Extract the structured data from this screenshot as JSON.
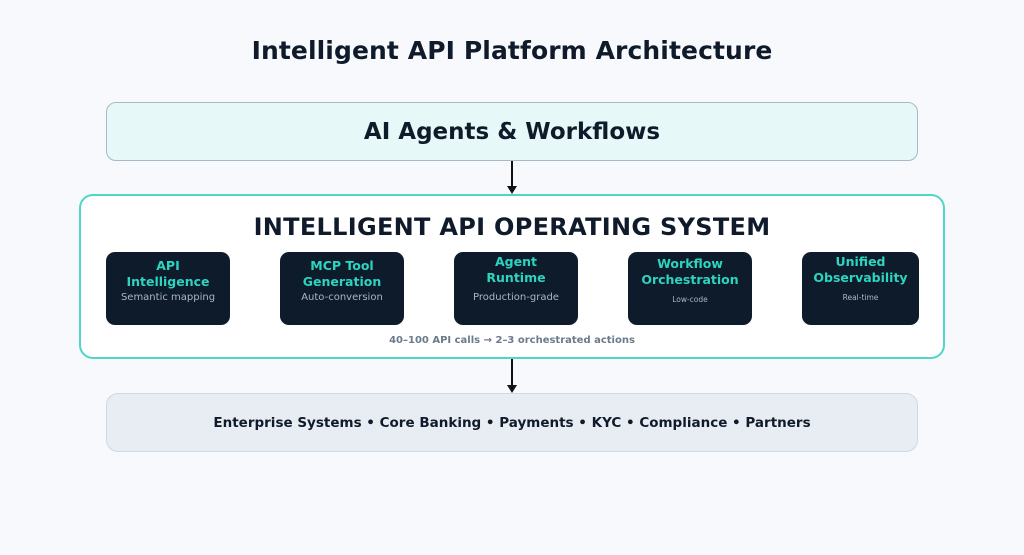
{
  "title": "Intelligent API Platform Architecture",
  "top_layer": {
    "label": "AI Agents & Workflows",
    "background_color": "#e6f9f8"
  },
  "os_layer": {
    "title": "INTELLIGENT API OPERATING SYSTEM",
    "border_color": "#4fd6c8",
    "components": [
      {
        "title": "API\nIntelligence",
        "subtitle": "Semantic mapping"
      },
      {
        "title": "MCP Tool\nGeneration",
        "subtitle": "Auto-conversion"
      },
      {
        "title": "Agent\nRuntime",
        "subtitle": "Production-grade"
      },
      {
        "title": "Workflow\nOrchestration",
        "subtitle": "Low-code"
      },
      {
        "title": "Unified\nObservability",
        "subtitle": "Real-time"
      }
    ],
    "footnote": "40–100 API calls → 2–3 orchestrated actions",
    "card_color": "#0d1b2a",
    "accent_color": "#2dd4bf"
  },
  "bottom_layer": {
    "label": "Enterprise Systems • Core Banking • Payments • KYC • Compliance • Partners",
    "background_color": "#e8edf4"
  },
  "connectors": [
    {
      "from": "AI Agents & Workflows",
      "to": "INTELLIGENT API OPERATING SYSTEM",
      "icon": "arrow-down-icon"
    },
    {
      "from": "INTELLIGENT API OPERATING SYSTEM",
      "to": "Enterprise Systems",
      "icon": "arrow-down-icon"
    }
  ]
}
